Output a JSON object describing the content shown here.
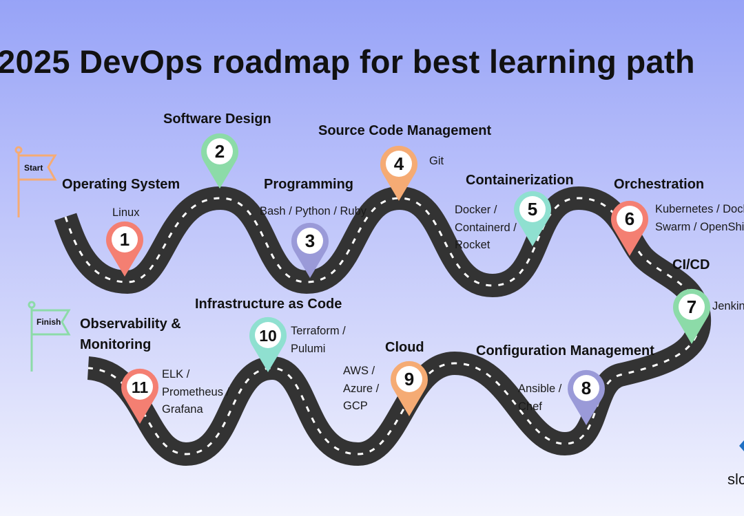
{
  "title": "2025 DevOps roadmap for best learning path",
  "flags": {
    "start": "Start",
    "finish": "Finish"
  },
  "steps": [
    {
      "number": "1",
      "heading": "Operating System",
      "details": [
        "Linux"
      ],
      "color": "#f47f72"
    },
    {
      "number": "2",
      "heading": "Software Design",
      "details": [],
      "color": "#8cdba8"
    },
    {
      "number": "3",
      "heading": "Programming",
      "details": [
        "Bash / Python / Ruby"
      ],
      "color": "#9a9ad8"
    },
    {
      "number": "4",
      "heading": "Source Code Management",
      "details": [
        "Git"
      ],
      "color": "#f5ab74"
    },
    {
      "number": "5",
      "heading": "Containerization",
      "details": [
        "Docker /",
        "Containerd /",
        "Rocket"
      ],
      "color": "#8fe0d0"
    },
    {
      "number": "6",
      "heading": "Orchestration",
      "details": [
        "Kubernetes / Docker",
        "Swarm / OpenShift"
      ],
      "color": "#f47f72"
    },
    {
      "number": "7",
      "heading": "CI/CD",
      "details": [
        "Jenkins"
      ],
      "color": "#8cdba8"
    },
    {
      "number": "8",
      "heading": "Configuration Management",
      "details": [
        "Ansible /",
        "Chef"
      ],
      "color": "#9a9ad8"
    },
    {
      "number": "9",
      "heading": "Cloud",
      "details": [
        "AWS /",
        "Azure /",
        "GCP"
      ],
      "color": "#f5ab74"
    },
    {
      "number": "10",
      "heading": "Infrastructure as Code",
      "details": [
        "Terraform /",
        "Pulumi"
      ],
      "color": "#8fe0d0"
    },
    {
      "number": "11",
      "heading": "Observability & Monitoring",
      "heading_lines": [
        "Observability &",
        "Monitoring"
      ],
      "details": [
        "ELK /",
        "Prometheus /",
        "Grafana"
      ],
      "color": "#f47f72"
    }
  ],
  "logo": "slc",
  "colors": {
    "road": "#333333",
    "start_flag": "#f5ab74",
    "finish_flag": "#8cdba8",
    "logo_blue": "#1f6fc4"
  }
}
